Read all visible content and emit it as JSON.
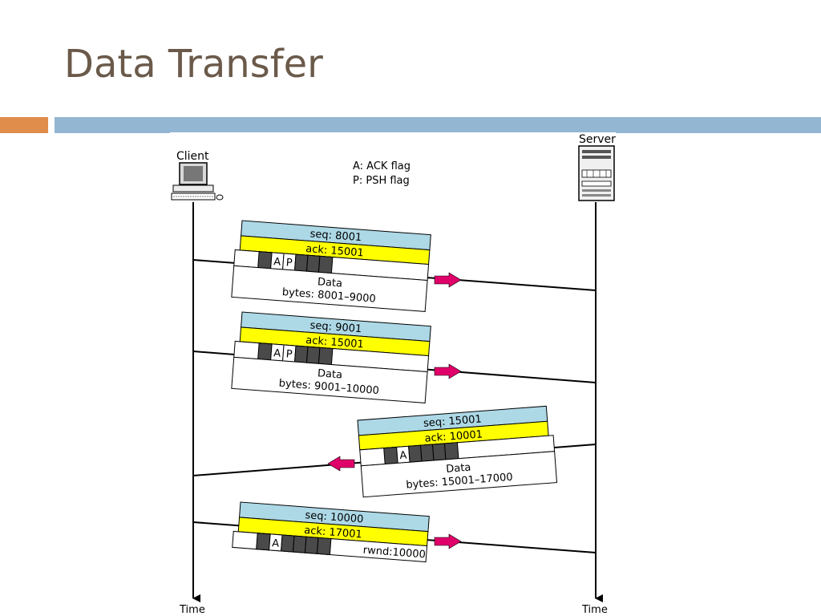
{
  "slide": {
    "title": "Data Transfer"
  },
  "diagram": {
    "client_label": "Client",
    "server_label": "Server",
    "time_label_client": "Time",
    "time_label_server": "Time",
    "legend": [
      "A: ACK flag",
      "P: PSH flag"
    ],
    "segments": [
      {
        "direction": "client-to-server",
        "seq": "seq: 8001",
        "ack": "ack: 15001",
        "flags": [
          "A",
          "P"
        ],
        "body": [
          "Data",
          "bytes: 8001–9000"
        ]
      },
      {
        "direction": "client-to-server",
        "seq": "seq: 9001",
        "ack": "ack: 15001",
        "flags": [
          "A",
          "P"
        ],
        "body": [
          "Data",
          "bytes: 9001–10000"
        ]
      },
      {
        "direction": "server-to-client",
        "seq": "seq: 15001",
        "ack": "ack: 10001",
        "flags": [
          "A"
        ],
        "body": [
          "Data",
          "bytes: 15001–17000"
        ]
      },
      {
        "direction": "client-to-server",
        "seq": "seq: 10000",
        "ack": "ack: 17001",
        "flags": [
          "A"
        ],
        "body": [
          "rwnd:10000"
        ]
      }
    ]
  },
  "colors": {
    "seq_fill": "#add8e6",
    "ack_fill": "#ffff00",
    "arrow": "#e0006a",
    "flag_dark": "#4a4a4a"
  }
}
